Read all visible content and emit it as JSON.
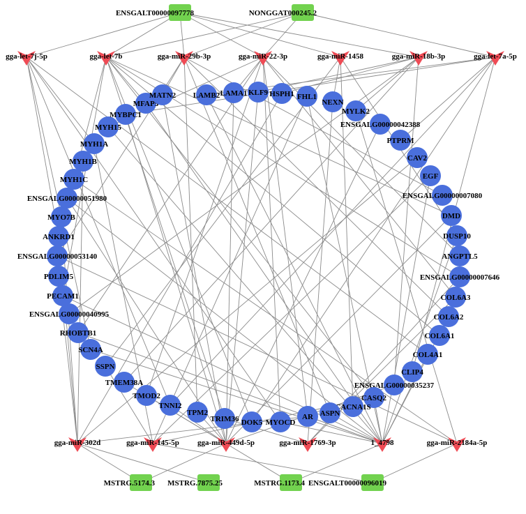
{
  "colors": {
    "gene": "#4a6fdc",
    "mirna": "#ef4b55",
    "lncrna": "#72d24f",
    "edge": "#8a8a8a"
  },
  "lncrnas": [
    {
      "id": "ENSGALT00000097778"
    },
    {
      "id": "NONGGAT000245.2"
    },
    {
      "id": "MSTRG.5174.3"
    },
    {
      "id": "MSTRG.7875.25"
    },
    {
      "id": "MSTRG.1173.4"
    },
    {
      "id": "ENSGALT00000096019"
    }
  ],
  "mirnas": [
    {
      "id": "gga-let-7j-5p"
    },
    {
      "id": "gga-let-7b"
    },
    {
      "id": "gga-miR-29b-3p"
    },
    {
      "id": "gga-miR-22-3p"
    },
    {
      "id": "gga-miR-1458"
    },
    {
      "id": "gga-miR-18b-3p"
    },
    {
      "id": "gga-let-7a-5p"
    },
    {
      "id": "gga-miR-302d"
    },
    {
      "id": "gga-miR-145-5p"
    },
    {
      "id": "gga-miR-449d-5p"
    },
    {
      "id": "gga-miR-1769-3p"
    },
    {
      "id": "1_4798"
    },
    {
      "id": "gga-miR-2184a-5p"
    }
  ],
  "genes": [
    {
      "id": "LAMA1"
    },
    {
      "id": "KLF9"
    },
    {
      "id": "HSPH1"
    },
    {
      "id": "FHL1"
    },
    {
      "id": "NEXN"
    },
    {
      "id": "MYLK2"
    },
    {
      "id": "ENSGALG00000042388"
    },
    {
      "id": "PTPRM"
    },
    {
      "id": "CAV2"
    },
    {
      "id": "EGF"
    },
    {
      "id": "ENSGALG00000007080"
    },
    {
      "id": "DMD"
    },
    {
      "id": "DUSP10"
    },
    {
      "id": "ANGPTL5"
    },
    {
      "id": "ENSGALG00000007646"
    },
    {
      "id": "COL6A3"
    },
    {
      "id": "COL6A2"
    },
    {
      "id": "COL6A1"
    },
    {
      "id": "COL4A1"
    },
    {
      "id": "CLIP4"
    },
    {
      "id": "ENSGALG00000035237"
    },
    {
      "id": "CASQ2"
    },
    {
      "id": "CACNA1S"
    },
    {
      "id": "ASPN"
    },
    {
      "id": "AR"
    },
    {
      "id": "MYOCD"
    },
    {
      "id": "DOK5"
    },
    {
      "id": "TRIM36"
    },
    {
      "id": "TPM2"
    },
    {
      "id": "TNNI2"
    },
    {
      "id": "TMOD2"
    },
    {
      "id": "TMEM38A"
    },
    {
      "id": "SSPN"
    },
    {
      "id": "SCN4A"
    },
    {
      "id": "RHOBTB1"
    },
    {
      "id": "ENSGALG00000040995"
    },
    {
      "id": "PECAM1"
    },
    {
      "id": "PDLIM5"
    },
    {
      "id": "ENSGALG00000053140"
    },
    {
      "id": "ANKRD1"
    },
    {
      "id": "MYO7B"
    },
    {
      "id": "ENSGALG00000051980"
    },
    {
      "id": "MYH1C"
    },
    {
      "id": "MYH1B"
    },
    {
      "id": "MYH1A"
    },
    {
      "id": "MYH15"
    },
    {
      "id": "MYBPC1"
    },
    {
      "id": "MFAP5"
    },
    {
      "id": "MATN2"
    },
    {
      "id": "LAMB2"
    }
  ],
  "edges": [
    [
      "ENSGALT00000097778",
      "gga-let-7j-5p"
    ],
    [
      "ENSGALT00000097778",
      "gga-miR-29b-3p"
    ],
    [
      "ENSGALT00000097778",
      "gga-miR-22-3p"
    ],
    [
      "ENSGALT00000097778",
      "gga-miR-1458"
    ],
    [
      "ENSGALT00000097778",
      "gga-miR-18b-3p"
    ],
    [
      "ENSGALT00000097778",
      "gga-let-7b"
    ],
    [
      "NONGGAT000245.2",
      "gga-let-7b"
    ],
    [
      "NONGGAT000245.2",
      "gga-miR-22-3p"
    ],
    [
      "NONGGAT000245.2",
      "gga-let-7a-5p"
    ],
    [
      "NONGGAT000245.2",
      "gga-miR-29b-3p"
    ],
    [
      "MSTRG.5174.3",
      "gga-miR-449d-5p"
    ],
    [
      "MSTRG.5174.3",
      "gga-miR-302d"
    ],
    [
      "MSTRG.7875.25",
      "gga-miR-302d"
    ],
    [
      "MSTRG.1173.4",
      "gga-miR-449d-5p"
    ],
    [
      "MSTRG.1173.4",
      "1_4798"
    ],
    [
      "ENSGALT00000096019",
      "gga-miR-2184a-5p"
    ],
    [
      "ENSGALT00000096019",
      "gga-miR-145-5p"
    ],
    [
      "gga-let-7j-5p",
      "MYH1A"
    ],
    [
      "gga-let-7j-5p",
      "SCN4A"
    ],
    [
      "gga-let-7j-5p",
      "TNNI2"
    ],
    [
      "gga-let-7j-5p",
      "MYOCD"
    ],
    [
      "gga-let-7j-5p",
      "COL4A1"
    ],
    [
      "gga-let-7j-5p",
      "ANKRD1"
    ],
    [
      "gga-let-7b",
      "MFAP5"
    ],
    [
      "gga-let-7b",
      "MYH1C"
    ],
    [
      "gga-let-7b",
      "DOK5"
    ],
    [
      "gga-let-7b",
      "CASQ2"
    ],
    [
      "gga-let-7b",
      "DMD"
    ],
    [
      "gga-let-7b",
      "ENSGALG00000007646"
    ],
    [
      "gga-let-7b",
      "PECAM1"
    ],
    [
      "gga-let-7b",
      "COL6A1"
    ],
    [
      "gga-let-7b",
      "TRIM36"
    ],
    [
      "gga-miR-29b-3p",
      "MATN2"
    ],
    [
      "gga-miR-29b-3p",
      "ENSGALG00000053140"
    ],
    [
      "gga-miR-29b-3p",
      "TPM2"
    ],
    [
      "gga-miR-29b-3p",
      "ASPN"
    ],
    [
      "gga-miR-29b-3p",
      "COL6A2"
    ],
    [
      "gga-miR-29b-3p",
      "ENSGALG00000007080"
    ],
    [
      "gga-miR-22-3p",
      "LAMA1"
    ],
    [
      "gga-miR-22-3p",
      "MYH15"
    ],
    [
      "gga-miR-22-3p",
      "TMOD2"
    ],
    [
      "gga-miR-22-3p",
      "AR"
    ],
    [
      "gga-miR-22-3p",
      "COL6A3"
    ],
    [
      "gga-miR-22-3p",
      "RHOBTB1"
    ],
    [
      "gga-miR-22-3p",
      "MYOCD"
    ],
    [
      "gga-miR-22-3p",
      "ANGPTL5"
    ],
    [
      "gga-miR-1458",
      "NEXN"
    ],
    [
      "gga-miR-1458",
      "CACNA1S"
    ],
    [
      "gga-miR-1458",
      "SSPN"
    ],
    [
      "gga-miR-1458",
      "DUSP10"
    ],
    [
      "gga-miR-18b-3p",
      "KLF9"
    ],
    [
      "gga-miR-18b-3p",
      "HSPH1"
    ],
    [
      "gga-miR-18b-3p",
      "ENSGALG00000035237"
    ],
    [
      "gga-miR-18b-3p",
      "TMEM38A"
    ],
    [
      "gga-miR-18b-3p",
      "ENSGALG00000040995"
    ],
    [
      "gga-miR-18b-3p",
      "MYLK2"
    ],
    [
      "gga-let-7a-5p",
      "LAMB2"
    ],
    [
      "gga-let-7a-5p",
      "PTPRM"
    ],
    [
      "gga-let-7a-5p",
      "CLIP4"
    ],
    [
      "gga-let-7a-5p",
      "DOK5"
    ],
    [
      "gga-let-7a-5p",
      "MYBPC1"
    ],
    [
      "gga-let-7a-5p",
      "TNNI2"
    ],
    [
      "gga-miR-302d",
      "MYH1B"
    ],
    [
      "gga-miR-302d",
      "MYO7B"
    ],
    [
      "gga-miR-302d",
      "PDLIM5"
    ],
    [
      "gga-miR-302d",
      "CAV2"
    ],
    [
      "gga-miR-302d",
      "HSPH1"
    ],
    [
      "gga-miR-302d",
      "AR"
    ],
    [
      "gga-miR-302d",
      "ANKRD1"
    ],
    [
      "gga-miR-145-5p",
      "MYH1A"
    ],
    [
      "gga-miR-145-5p",
      "EGF"
    ],
    [
      "gga-miR-145-5p",
      "SSPN"
    ],
    [
      "gga-miR-145-5p",
      "CASQ2"
    ],
    [
      "gga-miR-145-5p",
      "FHL1"
    ],
    [
      "gga-miR-449d-5p",
      "MYBPC1"
    ],
    [
      "gga-miR-449d-5p",
      "MATN2"
    ],
    [
      "gga-miR-449d-5p",
      "LAMA1"
    ],
    [
      "gga-miR-449d-5p",
      "KLF9"
    ],
    [
      "gga-miR-449d-5p",
      "ENSGALG00000042388"
    ],
    [
      "gga-miR-449d-5p",
      "TMOD2"
    ],
    [
      "gga-miR-449d-5p",
      "TNNI2"
    ],
    [
      "gga-miR-449d-5p",
      "TPM2"
    ],
    [
      "gga-miR-449d-5p",
      "ENSGALG00000051980"
    ],
    [
      "gga-miR-449d-5p",
      "DMD"
    ],
    [
      "gga-miR-449d-5p",
      "TMEM38A"
    ],
    [
      "gga-miR-449d-5p",
      "ENSGALG00000035237"
    ],
    [
      "gga-miR-1769-3p",
      "NEXN"
    ],
    [
      "gga-miR-1769-3p",
      "ENSGALG00000007646"
    ],
    [
      "gga-miR-1769-3p",
      "TRIM36"
    ],
    [
      "gga-miR-1769-3p",
      "COL6A3"
    ],
    [
      "1_4798",
      "ENSGALG00000051980"
    ],
    [
      "1_4798",
      "MYH15"
    ],
    [
      "1_4798",
      "RHOBTB1"
    ],
    [
      "1_4798",
      "SCN4A"
    ],
    [
      "1_4798",
      "MFAP5"
    ],
    [
      "1_4798",
      "LAMB2"
    ],
    [
      "1_4798",
      "FHL1"
    ],
    [
      "1_4798",
      "EGF"
    ],
    [
      "1_4798",
      "COL6A2"
    ],
    [
      "1_4798",
      "COL4A1"
    ],
    [
      "1_4798",
      "CASQ2"
    ],
    [
      "1_4798",
      "AR"
    ],
    [
      "1_4798",
      "ASPN"
    ],
    [
      "1_4798",
      "MYOCD"
    ],
    [
      "1_4798",
      "PECAM1"
    ],
    [
      "1_4798",
      "DUSP10"
    ],
    [
      "gga-miR-2184a-5p",
      "MYH1C"
    ],
    [
      "gga-miR-2184a-5p",
      "MYLK2"
    ],
    [
      "gga-miR-2184a-5p",
      "ENSGALG00000053140"
    ]
  ]
}
